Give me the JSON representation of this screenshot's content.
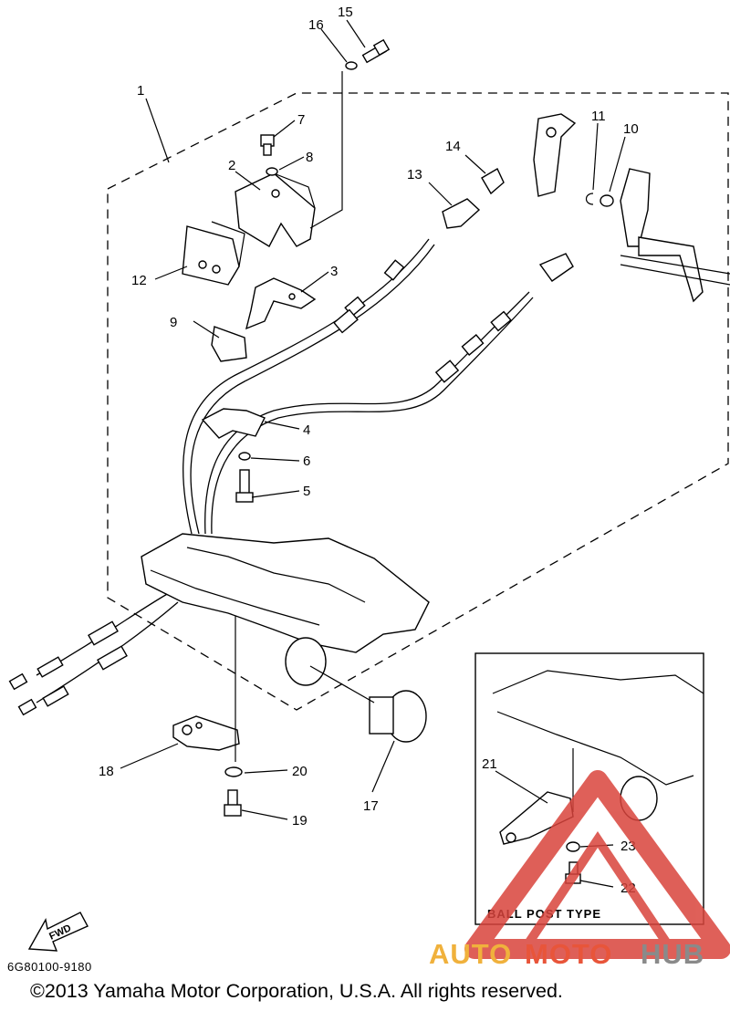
{
  "diagram": {
    "callouts": [
      "1",
      "2",
      "3",
      "4",
      "5",
      "6",
      "7",
      "8",
      "9",
      "10",
      "11",
      "12",
      "13",
      "14",
      "15",
      "16",
      "17",
      "18",
      "19",
      "20",
      "21",
      "22",
      "23"
    ],
    "inset_caption": "BALL POST TYPE",
    "fwd_label": "FWD",
    "part_code": "6G80100-9180",
    "copyright": "©2013 Yamaha Motor Corporation, U.S.A. All rights reserved."
  },
  "watermark": {
    "auto": "AUTO",
    "moto": "MOTO",
    "hub": "HUB",
    "colors": {
      "triangle": "#d9443c",
      "auto": "#f0b13c",
      "moto": "#e8553a",
      "hub": "#8a8a8a"
    }
  }
}
